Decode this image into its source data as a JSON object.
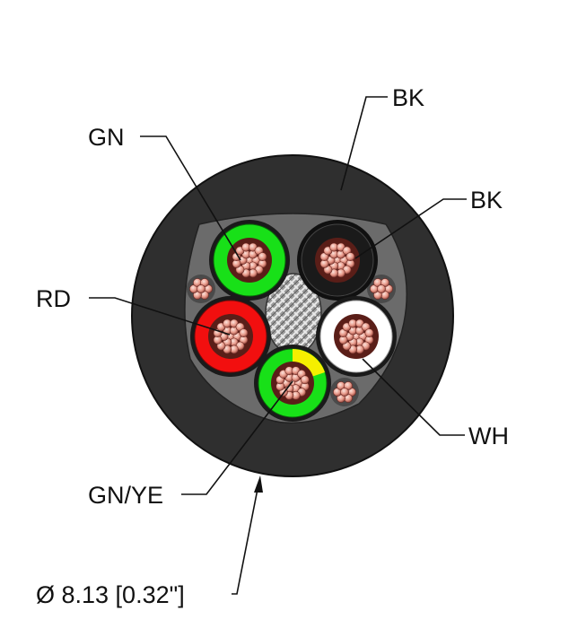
{
  "labels": {
    "gn": "GN",
    "bk_outer": "BK",
    "bk_inner": "BK",
    "rd": "RD",
    "wh": "WH",
    "gnye": "GN/YE",
    "diameter": "Ø 8.13 [0.32\"]"
  },
  "colors": {
    "jacket": "#2f2f2f",
    "green": "#18e018",
    "black": "#1a1a1a",
    "red": "#f20f0f",
    "white": "#ffffff",
    "yellow": "#f5ef00",
    "copper": "#e89a8a",
    "braid": "#bdbdbd"
  }
}
